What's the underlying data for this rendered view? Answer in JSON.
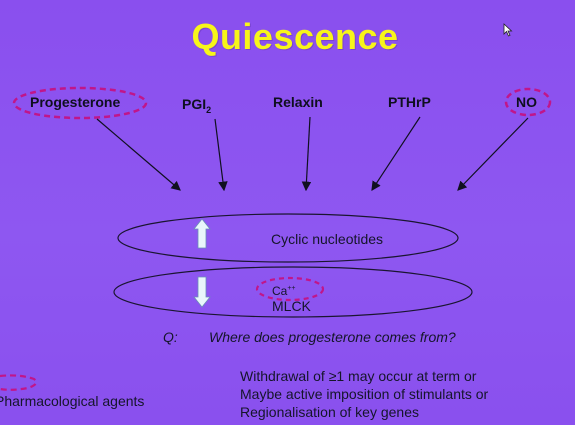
{
  "title": "Quiescence",
  "agents": {
    "progesterone": "Progesterone",
    "pgi_main": "PGI",
    "pgi_sub": "2",
    "relaxin": "Relaxin",
    "pthrp": "PTHrP",
    "no": "NO"
  },
  "ellipses": {
    "cyclic": "Cyclic nucleotides",
    "ca_main": "Ca",
    "ca_sup": "++",
    "mlck": "MLCK"
  },
  "question": {
    "label": "Q:",
    "text": "Where does progesterone comes from?"
  },
  "legend_text": "Pharmacological agents",
  "notes": [
    "Withdrawal of ≥1 may occur at term or",
    "Maybe active imposition of stimulants or",
    "Regionalisation of key genes"
  ],
  "colors": {
    "background": "#8b52ee",
    "title": "#f7f51a",
    "dashed_outline": "#c0168a",
    "arrow_fill": "#e9f6fb"
  }
}
